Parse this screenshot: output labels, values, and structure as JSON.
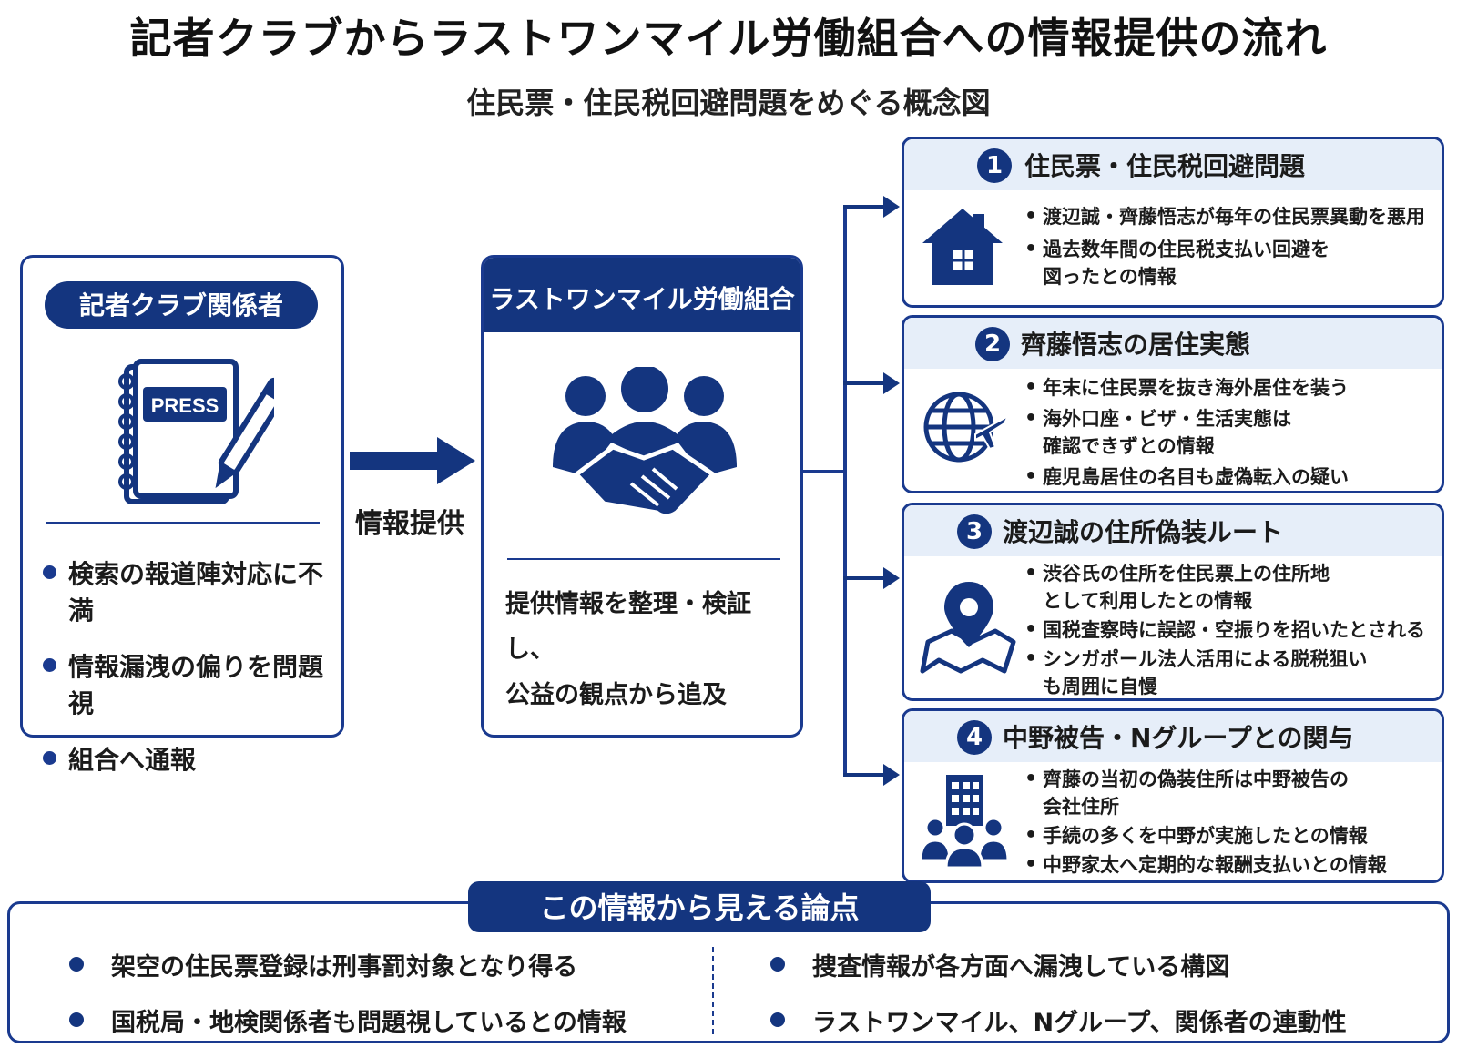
{
  "title": "記者クラブからラストワンマイル労働組合への情報提供の流れ",
  "subtitle": "住民票・住民税回避問題をめぐる概念図",
  "left": {
    "label": "記者クラブ関係者",
    "icon": "press-notebook-icon",
    "icon_text": "PRESS",
    "items": [
      "検索の報道陣対応に不満",
      "情報漏洩の偏りを問題視",
      "組合へ通報"
    ]
  },
  "arrow_label": "情報提供",
  "center": {
    "label": "ラストワンマイル労働組合",
    "icon": "handshake-people-icon",
    "description": [
      "提供情報を整理・検証し、",
      "公益の観点から追及"
    ]
  },
  "sections": [
    {
      "num": "1",
      "title": "住民票・住民税回避問題",
      "icon": "house-icon",
      "items": [
        "渡辺誠・齊藤悟志が毎年の住民票異動を悪用",
        "過去数年間の住民税支払い回避を\n図ったとの情報"
      ]
    },
    {
      "num": "2",
      "title": "齊藤悟志の居住実態",
      "icon": "globe-plane-icon",
      "items": [
        "年末に住民票を抜き海外居住を装う",
        "海外口座・ビザ・生活実態は\n確認できずとの情報",
        "鹿児島居住の名目も虚偽転入の疑い"
      ]
    },
    {
      "num": "3",
      "title": "渡辺誠の住所偽装ルート",
      "icon": "map-pin-icon",
      "items": [
        "渋谷氏の住所を住民票上の住所地\nとして利用したとの情報",
        "国税査察時に誤認・空振りを招いたとされる",
        "シンガポール法人活用による脱税狙い\nも周囲に自慢"
      ]
    },
    {
      "num": "4",
      "title": "中野被告・Nグループとの関与",
      "icon": "building-people-icon",
      "items": [
        "齊藤の当初の偽装住所は中野被告の\n会社住所",
        "手続の多くを中野が実施したとの情報",
        "中野家太へ定期的な報酬支払いとの情報"
      ]
    }
  ],
  "bottom": {
    "label": "この情報から見える論点",
    "left_items": [
      "架空の住民票登録は刑事罰対象となり得る",
      "国税局・地検関係者も問題視しているとの情報"
    ],
    "right_items": [
      "捜査情報が各方面へ漏洩している構図",
      "ラストワンマイル、Nグループ、関係者の連動性"
    ]
  },
  "colors": {
    "primary": "#14357f",
    "light": "#e6eef9"
  }
}
